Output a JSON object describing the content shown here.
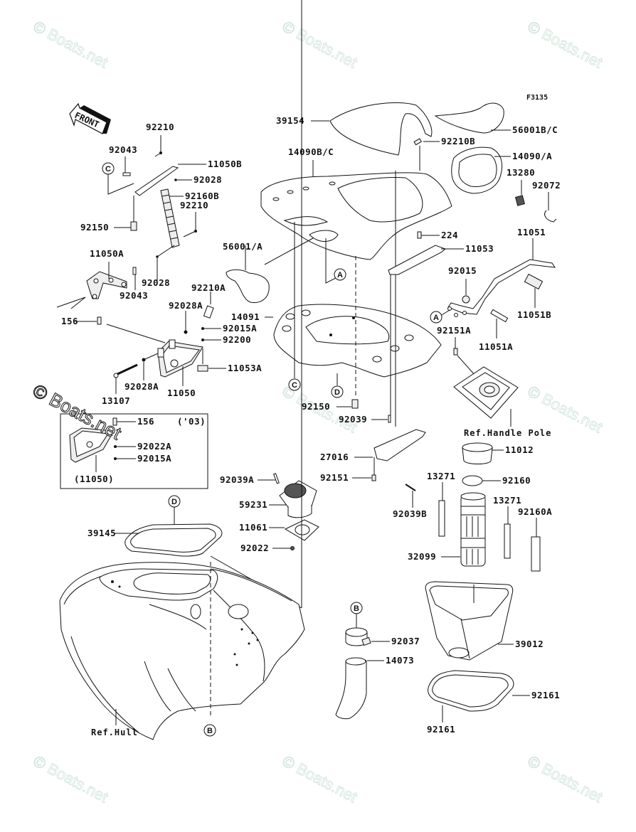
{
  "diagram": {
    "code": "F3135",
    "front_label": "FRONT",
    "watermark": "© Boats.net",
    "inset_year": "('03)",
    "inset_part": "(11050)",
    "ref_hull": "Ref.Hull",
    "ref_handle_pole": "Ref.Handle Pole",
    "ref_markers": [
      "A",
      "B",
      "C",
      "D"
    ]
  },
  "labels": {
    "p92210_top": "92210",
    "p92043_top": "92043",
    "p11050B": "11050B",
    "p92028_top": "92028",
    "p92160B": "92160B",
    "p92210_mid": "92210",
    "p92150_left": "92150",
    "p11050A": "11050A",
    "p92043_mid": "92043",
    "p92028_mid": "92028",
    "p156": "156",
    "p92210A": "92210A",
    "p92028A_top": "92028A",
    "p92015A": "92015A",
    "p92200": "92200",
    "p11053A": "11053A",
    "p13107": "13107",
    "p92028A_bot": "92028A",
    "p11050": "11050",
    "p156_inset": "156",
    "p92022A": "92022A",
    "p92015A_inset": "92015A",
    "p39154": "39154",
    "p14090BC": "14090B/C",
    "p56001A": "56001/A",
    "p14091": "14091",
    "p92150_mid": "92150",
    "p92039": "92039",
    "p27016": "27016",
    "p92151": "92151",
    "p92039A": "92039A",
    "p59231": "59231",
    "p11061": "11061",
    "p92022": "92022",
    "p39145": "39145",
    "p92210B": "92210B",
    "p56001BC": "56001B/C",
    "p14090A": "14090/A",
    "p13280": "13280",
    "p92072": "92072",
    "p224": "224",
    "p11053": "11053",
    "p11051": "11051",
    "p92015": "92015",
    "p11051B": "11051B",
    "p92151A": "92151A",
    "p11051A": "11051A",
    "p11012": "11012",
    "p92160": "92160",
    "p13271_left": "13271",
    "p13271_right": "13271",
    "p92160A": "92160A",
    "p92039B": "92039B",
    "p32099": "32099",
    "p92037": "92037",
    "p14073": "14073",
    "p39012": "39012",
    "p92161_right": "92161",
    "p92161_bottom": "92161"
  }
}
